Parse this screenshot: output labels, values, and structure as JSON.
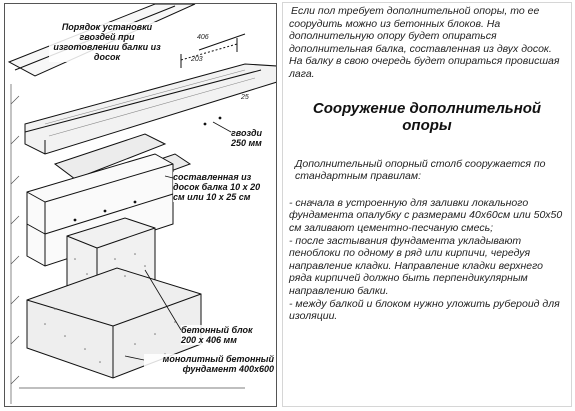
{
  "figure": {
    "title": "Порядок установки гвоздей при изготовлении балки из досок",
    "label_nails": "гвозди 250 мм",
    "label_beam": "составленная из досок балка 10 х 20 см или 10 х 25 см",
    "label_block": "бетонный блок 200 х 406 мм",
    "label_foundation": "монолитный бетонный фундамент 400х600",
    "dim_406": "406",
    "dim_203": "203",
    "dim_edge": "25"
  },
  "article": {
    "intro": "Если пол требует дополнительной опоры, то ее соорудить можно из бетонных блоков. На дополнительную опору будет опираться дополнительная балка, составленная из двух досок. На балку в свою очередь будет опираться провисшая лага.",
    "heading": "Сооружение дополнительной опоры",
    "lead": "Дополнительный опорный столб сооружается по стандартным правилам:",
    "items": [
      "- сначала в устроенную для заливки локального фундамента опалубку с размерами 40х60см или 50х50 см заливают цементно-песчаную смесь;",
      "- после застывания фундамента укладывают пеноблоки по одному в ряд или кирпичи, чередуя направление кладки. Направление кладки верхнего ряда кирпичей должно быть перпендикулярным направлению балки.",
      "- между балкой и блоком нужно уложить рубероид для изоляции."
    ]
  }
}
